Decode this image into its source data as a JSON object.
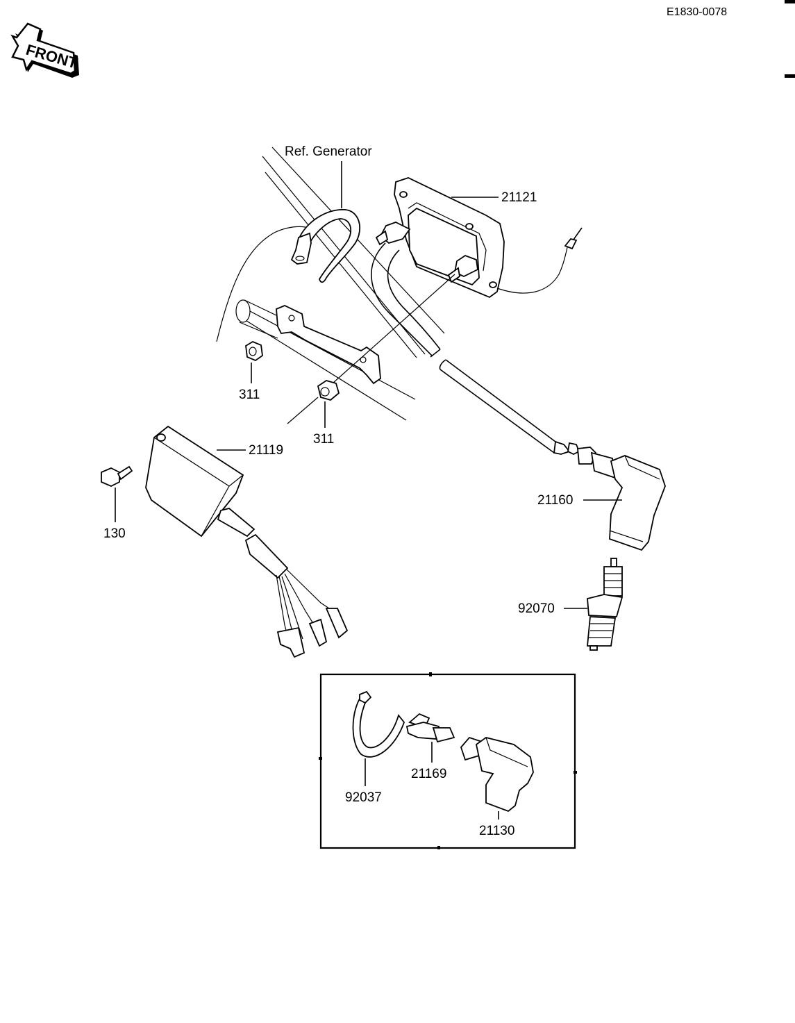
{
  "header": {
    "drawing_code": "E1830-0078",
    "direction_label": "FRONT"
  },
  "reference_label": "Ref.  Generator",
  "parts": {
    "ignition_coil": "21121",
    "nut_left": "311",
    "nut_right": "311",
    "igniter_unit": "21119",
    "bolt": "130",
    "spark_plug_cap": "21160",
    "spark_plug": "92070"
  },
  "inset": {
    "band": "92037",
    "terminal": "21169",
    "cap": "21130"
  },
  "icons": {
    "direction_arrow": "front-arrow-icon"
  }
}
